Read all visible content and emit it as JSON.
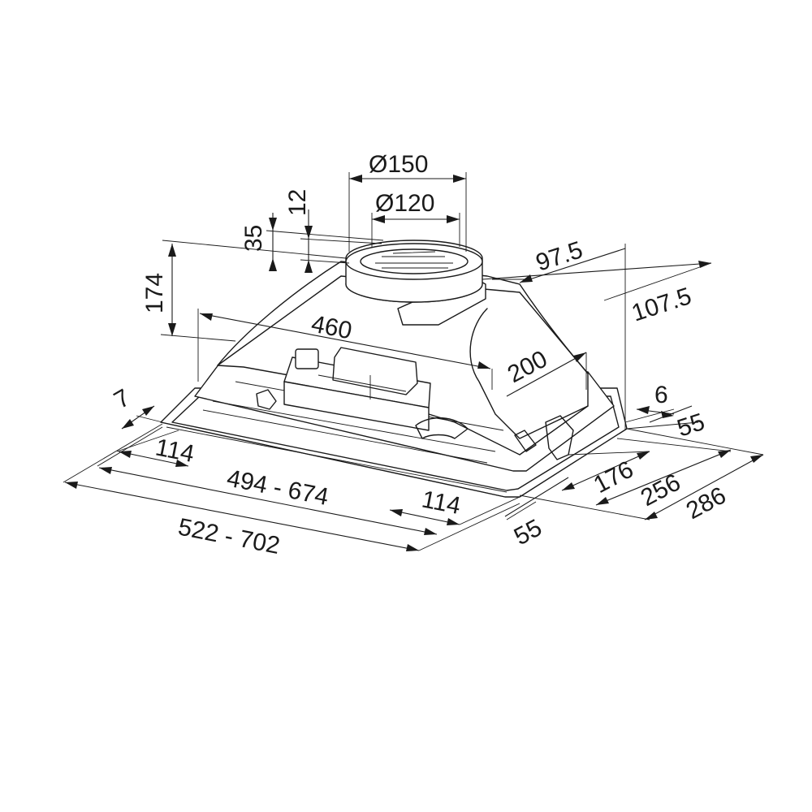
{
  "drawing": {
    "dimensions": {
      "d150": "Ø150",
      "d120": "Ø120",
      "h12": "12",
      "h35": "35",
      "h174": "174",
      "w460": "460",
      "d97_5": "97.5",
      "d107_5": "107.5",
      "d200": "200",
      "d7": "7",
      "d6": "6",
      "d55_right": "55",
      "d114_left": "114",
      "d494_674": "494 - 674",
      "d114_right": "114",
      "d522_702": "522 - 702",
      "d176": "176",
      "d256": "256",
      "d286": "286",
      "d55_bottom": "55"
    }
  }
}
